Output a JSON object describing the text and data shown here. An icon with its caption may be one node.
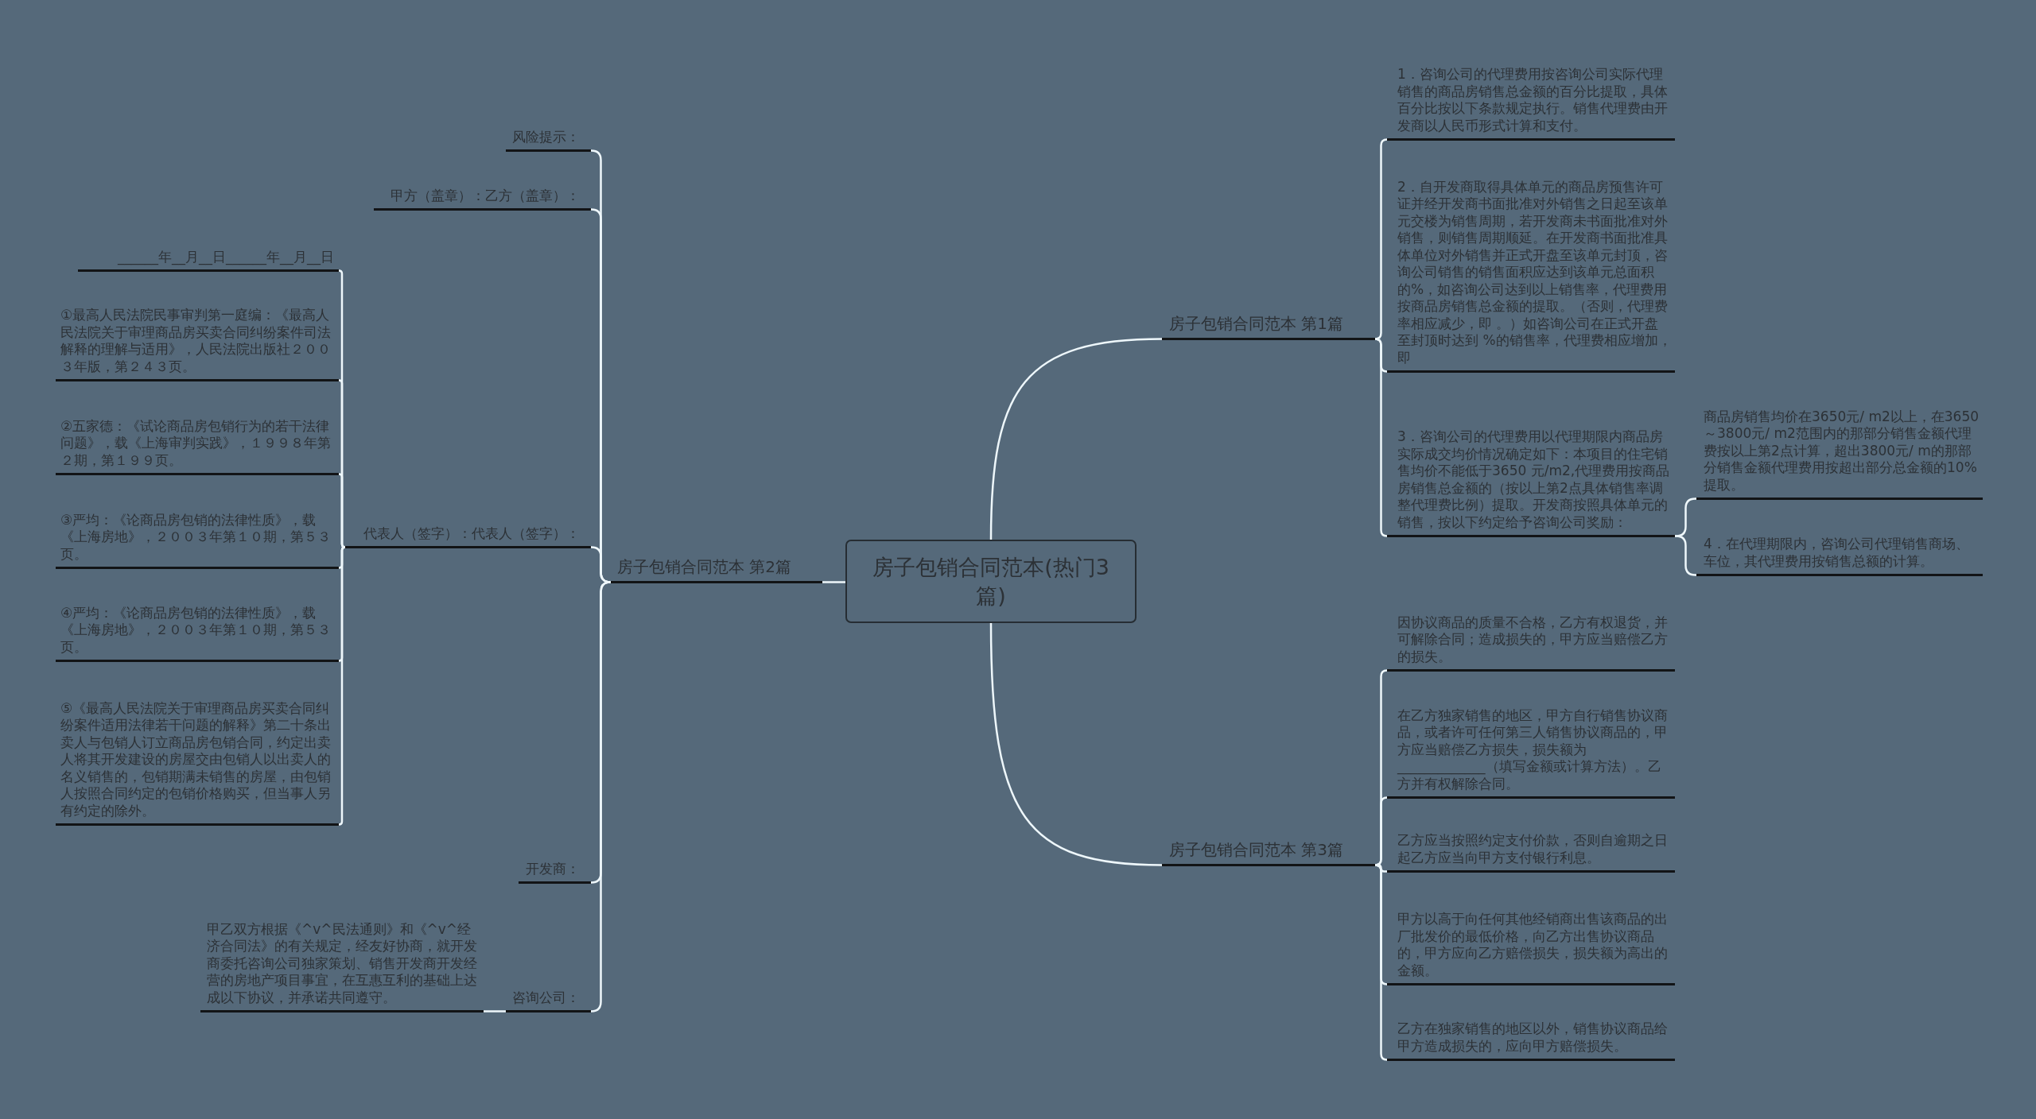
{
  "diagram": {
    "nodes": [
      {
        "text": [
          "房子包销合同范本(热门3篇)"
        ]
      },
      {
        "text": [
          "房子包销合同范本 第1篇"
        ]
      },
      {
        "text": [
          "1．咨询公司的代理费用按咨询公司实际代理销售的商品房销售总金额的百分比提取，具体百分比按以下条款规定执行。销售代理费由开发商以人民币形式计算和支付。"
        ]
      },
      {
        "text": [
          "2．自开发商取得具体单元的商品房预售许可证并经开发商书面批准对外销售之日起至该单元交楼为销售周期，若开发商未书面批准对外销售，则销售周期顺延。在开发商书面批准具体单位对外销售并正式开盘至该单元封顶，咨询公司销售的销售面积应达到该单元总面积的%，如咨询公司达到以上销售率，代理费用按商品房销售总金额的提取。（否则，代理费率相应减少，即 。）如咨询公司在正式开盘至封顶时达到 %的销售率，代理费相应增加，即"
        ]
      },
      {
        "text": [
          "3．咨询公司的代理费用以代理期限内商品房实际成交均价情况确定如下：本项目的住宅销售均价不能低于3650 元/m2,代理费用按商品房销售总金额的（按以上第2点具体销售率调整代理费比例）提取。开发商按照具体单元的销售，按以下约定给予咨询公司奖励："
        ]
      },
      {
        "text": [
          "商品房销售均价在3650元/ m2以上，在3650～3800元/ m2范围内的那部分销售金额代理费按以上第2点计算，超出3800元/ m的那部分销售金额代理费用按超出部分总金额的10%提取。"
        ]
      },
      {
        "text": [
          "4．在代理期限内，咨询公司代理销售商场、车位，其代理费用按销售总额的计算。"
        ]
      },
      {
        "text": [
          "房子包销合同范本 第2篇"
        ]
      },
      {
        "text": [
          "风险提示："
        ]
      },
      {
        "text": [
          "甲方（盖章）：乙方（盖章）："
        ]
      },
      {
        "text": [
          "代表人（签字）：代表人（签字）："
        ]
      },
      {
        "text": [
          "______年__月__日______年__月__日"
        ]
      },
      {
        "text": [
          "①最高人民法院民事审判第一庭编：《最高人民法院关于审理商品房买卖合同纠纷案件司法解释的理解与适用》，人民法院出版社２００３年版，第２４３页。"
        ]
      },
      {
        "text": [
          "②五家德：《试论商品房包销行为的若干法律问题》，载《上海审判实践》，１９９８年第２期，第１９９页。"
        ]
      },
      {
        "text": [
          "③严均：《论商品房包销的法律性质》，载《上海房地》，２００３年第１０期，第５３页。"
        ]
      },
      {
        "text": [
          "④严均：《论商品房包销的法律性质》，载《上海房地》，２００３年第１０期，第５３页。"
        ]
      },
      {
        "text": [
          "⑤《最高人民法院关于审理商品房买卖合同纠纷案件适用法律若干问题的解释》第二十条出卖人与包销人订立商品房包销合同，约定出卖人将其开发建设的房屋交由包销人以出卖人的名义销售的，包销期满未销售的房屋，由包销人按照合同约定的包销价格购买，但当事人另有约定的除外。"
        ]
      },
      {
        "text": [
          "开发商："
        ]
      },
      {
        "text": [
          "咨询公司："
        ]
      },
      {
        "text": [
          "甲乙双方根据《^v^民法通则》和《^v^经济合同法》的有关规定，经友好协商，就开发商委托咨询公司独家策划、销售开发商开发经营的房地产项目事宜，在互惠互利的基础上达成以下协议，并承诺共同遵守。"
        ]
      },
      {
        "text": [
          "房子包销合同范本 第3篇"
        ]
      },
      {
        "text": [
          "因协议商品的质量不合格，乙方有权退货，并可解除合同；造成损失的，甲方应当赔偿乙方的损失。"
        ]
      },
      {
        "text": [
          "在乙方独家销售的地区，甲方自行销售协议商品，或者许可任何第三人销售协议商品的，甲方应当赔偿乙方损失，损失额为_____________（填写金额或计算方法）。乙方并有权解除合同。"
        ]
      },
      {
        "text": [
          "乙方应当按照约定支付价款，否则自逾期之日起乙方应当向甲方支付银行利息。"
        ]
      },
      {
        "text": [
          "甲方以高于向任何其他经销商出售该商品的出厂批发价的最低价格，向乙方出售协议商品的，甲方应向乙方赔偿损失，损失额为高出的金额。"
        ]
      },
      {
        "text": [
          "乙方在独家销售的地区以外，销售协议商品给甲方造成损失的，应向甲方赔偿损失。"
        ]
      }
    ],
    "edges": [
      {
        "from": 0,
        "to": 1,
        "arrow": "none"
      },
      {
        "from": 1,
        "to": 2,
        "arrow": "none"
      },
      {
        "from": 1,
        "to": 3,
        "arrow": "none"
      },
      {
        "from": 1,
        "to": 4,
        "arrow": "none"
      },
      {
        "from": 4,
        "to": 5,
        "arrow": "none"
      },
      {
        "from": 4,
        "to": 6,
        "arrow": "none"
      },
      {
        "from": 0,
        "to": 7,
        "arrow": "none"
      },
      {
        "from": 7,
        "to": 8,
        "arrow": "none"
      },
      {
        "from": 7,
        "to": 9,
        "arrow": "none"
      },
      {
        "from": 7,
        "to": 10,
        "arrow": "none"
      },
      {
        "from": 10,
        "to": 11,
        "arrow": "none"
      },
      {
        "from": 10,
        "to": 12,
        "arrow": "none"
      },
      {
        "from": 10,
        "to": 13,
        "arrow": "none"
      },
      {
        "from": 10,
        "to": 14,
        "arrow": "none"
      },
      {
        "from": 10,
        "to": 15,
        "arrow": "none"
      },
      {
        "from": 10,
        "to": 16,
        "arrow": "none"
      },
      {
        "from": 7,
        "to": 17,
        "arrow": "none"
      },
      {
        "from": 7,
        "to": 18,
        "arrow": "none"
      },
      {
        "from": 18,
        "to": 19,
        "arrow": "none"
      },
      {
        "from": 0,
        "to": 20,
        "arrow": "none"
      },
      {
        "from": 20,
        "to": 21,
        "arrow": "none"
      },
      {
        "from": 20,
        "to": 22,
        "arrow": "none"
      },
      {
        "from": 20,
        "to": 23,
        "arrow": "none"
      },
      {
        "from": 20,
        "to": 24,
        "arrow": "none"
      },
      {
        "from": 20,
        "to": 25,
        "arrow": "none"
      }
    ]
  }
}
